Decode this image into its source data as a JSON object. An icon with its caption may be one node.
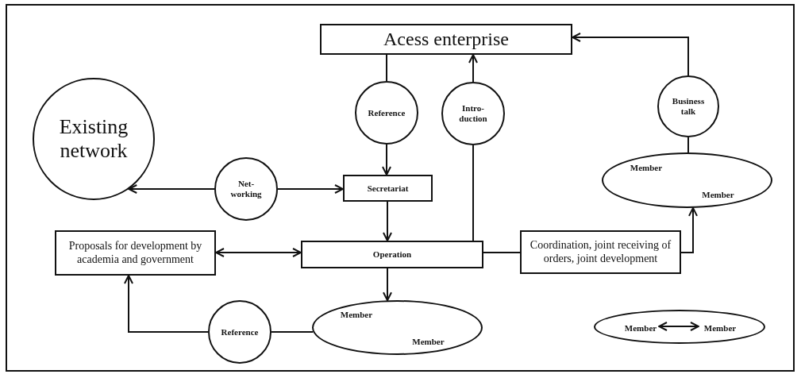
{
  "diagram": {
    "nodes": [
      {
        "text": [
          "Acess enterprise"
        ]
      },
      {
        "text": [
          "Existing network"
        ]
      },
      {
        "text": [
          "Reference"
        ]
      },
      {
        "text": [
          "Intro- duction"
        ]
      },
      {
        "text": [
          "Business talk"
        ]
      },
      {
        "text": [
          "Net- working"
        ]
      },
      {
        "text": [
          "Secretariat"
        ]
      },
      {
        "text": [
          "Member",
          "Member"
        ]
      },
      {
        "text": [
          "Proposals for development by academia and government"
        ]
      },
      {
        "text": [
          "Operation"
        ]
      },
      {
        "text": [
          "Coordination, joint receiving of orders, joint development"
        ]
      },
      {
        "text": [
          "Reference"
        ]
      },
      {
        "text": [
          "Member",
          "Member"
        ]
      },
      {
        "text": [],
        "shape": "ellipse"
      },
      {
        "text": [
          "Member"
        ],
        "in": 13
      },
      {
        "text": [
          "Member"
        ],
        "in": 13
      }
    ],
    "edges": [
      {
        "from": 0,
        "to": 2,
        "arrow": "none"
      },
      {
        "from": 2,
        "to": 6,
        "arrow": "to"
      },
      {
        "from": 3,
        "to": 0,
        "arrow": "to"
      },
      {
        "from": 9,
        "to": 3,
        "arrow": "none"
      },
      {
        "from": 4,
        "to": 0,
        "arrow": "to"
      },
      {
        "from": 7,
        "to": 4,
        "arrow": "none"
      },
      {
        "from": 5,
        "to": 1,
        "arrow": "to"
      },
      {
        "from": 5,
        "to": 6,
        "arrow": "to"
      },
      {
        "from": 6,
        "to": 9,
        "arrow": "to"
      },
      {
        "from": 8,
        "to": 9,
        "arrow": "both"
      },
      {
        "from": 9,
        "to": 10,
        "arrow": "none"
      },
      {
        "from": 10,
        "to": 7,
        "arrow": "to"
      },
      {
        "from": 9,
        "to": 12,
        "arrow": "to"
      },
      {
        "from": 12,
        "to": 11,
        "arrow": "none"
      },
      {
        "from": 11,
        "to": 8,
        "arrow": "to"
      },
      {
        "from": 14,
        "to": 15,
        "arrow": "both"
      }
    ]
  }
}
